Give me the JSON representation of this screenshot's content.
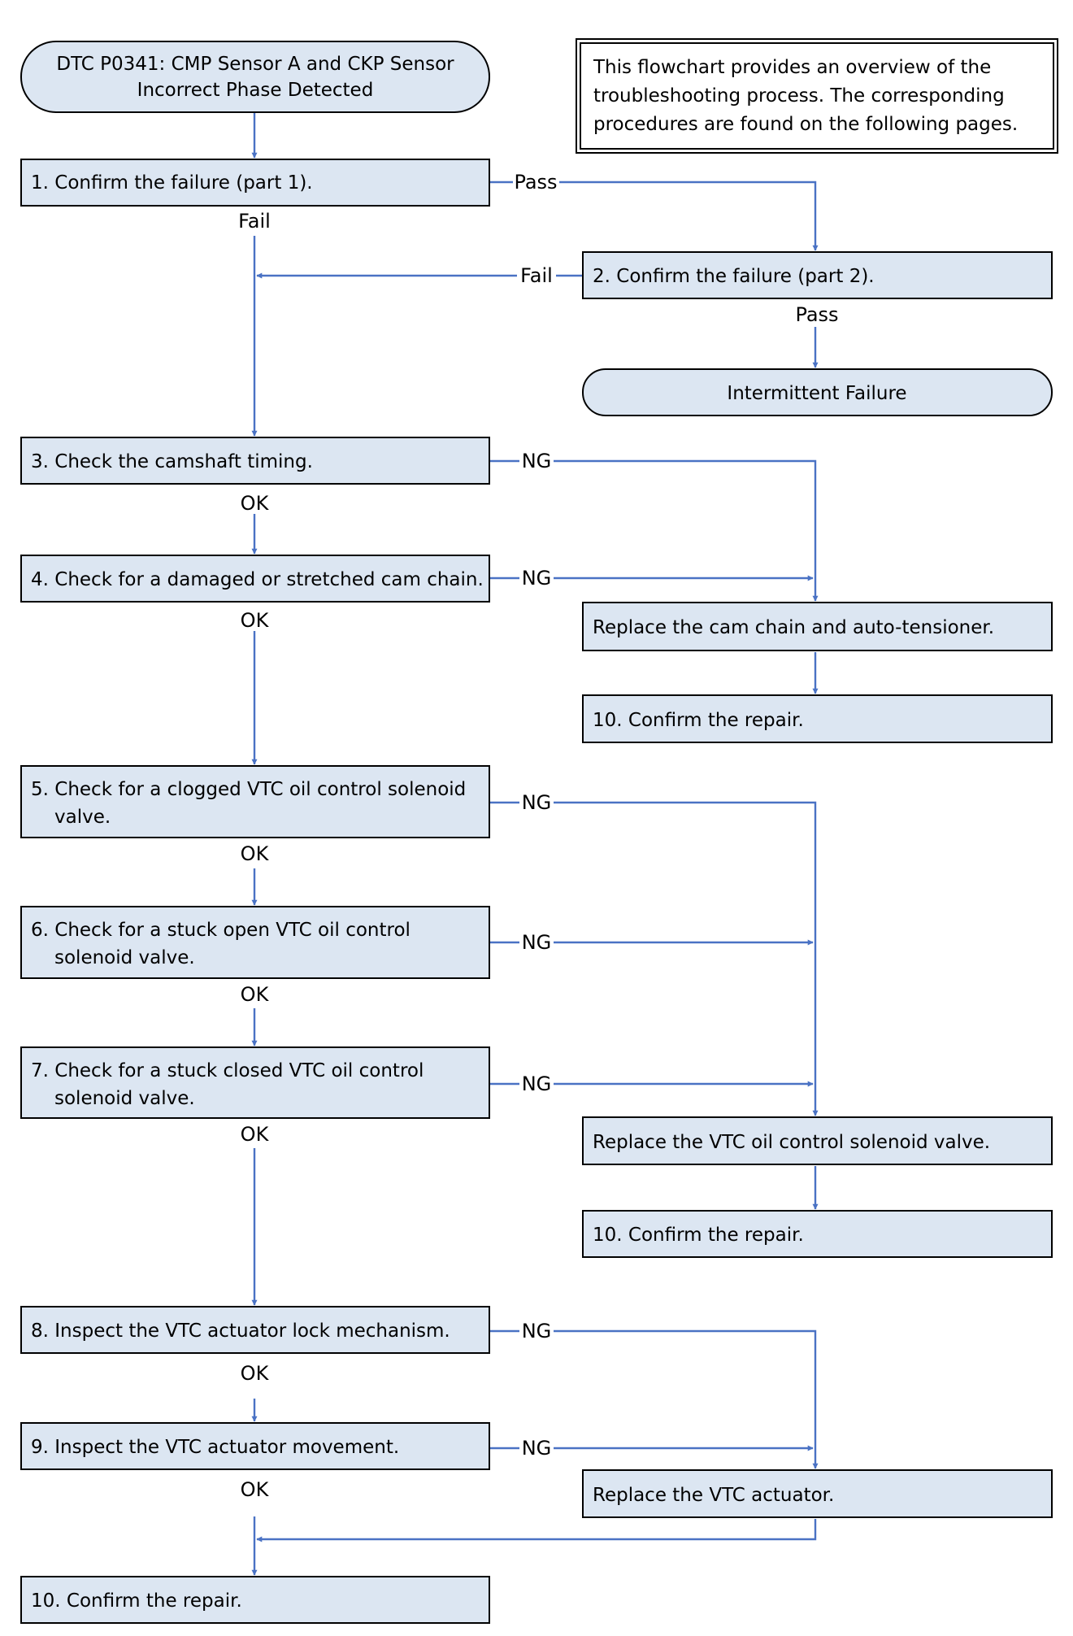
{
  "colors": {
    "box_fill": "#dce6f2",
    "box_stroke": "#000000",
    "arrow": "#4a72c4"
  },
  "title": {
    "line1": "DTC P0341: CMP Sensor A and CKP Sensor",
    "line2": "Incorrect Phase Detected"
  },
  "note": {
    "line1": "This flowchart provides an overview of the",
    "line2": "troubleshooting process. The corresponding",
    "line3": "procedures are found on the following pages."
  },
  "steps": {
    "s1": "1. Confirm the failure (part 1).",
    "s2": "2. Confirm the failure (part 2).",
    "intermittent": "Intermittent Failure",
    "s3": "3. Check the camshaft timing.",
    "s4": "4. Check for a damaged or stretched cam chain.",
    "replace_chain": "Replace the cam chain and auto-tensioner.",
    "confirm_a": "10. Confirm the repair.",
    "s5": {
      "line1": "5. Check for a clogged VTC oil control solenoid",
      "line2": "valve."
    },
    "s6": {
      "line1": "6. Check for a stuck open VTC oil control",
      "line2": "solenoid valve."
    },
    "s7": {
      "line1": "7. Check for a stuck closed VTC oil control",
      "line2": "solenoid valve."
    },
    "replace_valve": "Replace the VTC oil control solenoid valve.",
    "confirm_b": "10. Confirm the repair.",
    "s8": "8. Inspect the VTC actuator lock mechanism.",
    "s9": "9. Inspect the VTC actuator movement.",
    "replace_actuator": "Replace the VTC actuator.",
    "confirm_final": "10. Confirm the repair."
  },
  "labels": {
    "pass": "Pass",
    "fail": "Fail",
    "ok": "OK",
    "ng": "NG"
  }
}
